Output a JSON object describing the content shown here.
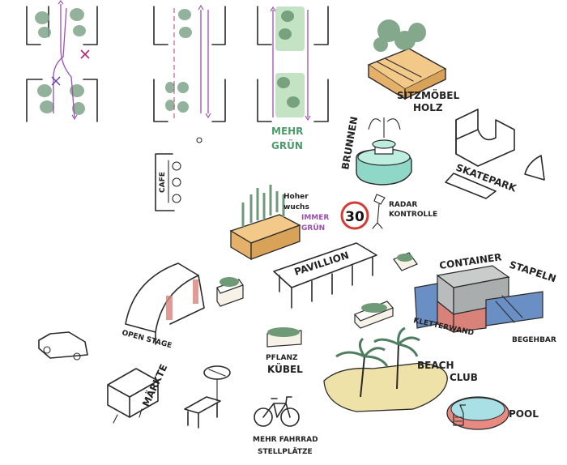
{
  "labels": {
    "mehr_gruen_1": "MEHR",
    "mehr_gruen_2": "GRÜN",
    "sitzmoebel_1": "SITZMÖBEL",
    "sitzmoebel_2": "HOLZ",
    "brunnen": "BRUNNEN",
    "skatepark": "SKATEPARK",
    "radar_1": "RADAR",
    "radar_2": "KONTROLLE",
    "speed_limit": "30",
    "cafe": "CAFE",
    "hoher_wuchs_1": "Hoher",
    "hoher_wuchs_2": "wuchs",
    "immer_gruen_1": "IMMER",
    "immer_gruen_2": "GRÜN",
    "pavillion": "PAVILLION",
    "container": "CONTAINER",
    "stapeln": "STAPELN",
    "kletterwand": "KLETTERWAND",
    "begehbar": "BEGEHBAR",
    "open_stage": "OPEN STAGE",
    "pflanz_1": "PFLANZ",
    "pflanz_2": "KÜBEL",
    "beach_1": "BEACH",
    "beach_2": "CLUB",
    "maerkte": "MÄRKTE",
    "fahrrad_1": "MEHR FAHRRAD",
    "fahrrad_2": "STELLPLÄTZE",
    "pool": "POOL"
  },
  "colors": {
    "tree_green": "#7fa58a",
    "accent_purple": "#9b4fb0",
    "fountain_teal": "#8fd8c8",
    "wood": "#f3c98a",
    "sand": "#efe2a8",
    "pool_water": "#a8e0e6",
    "pool_rim": "#e98a82",
    "container_blue": "#6a8fc4",
    "container_red": "#d9827a",
    "container_gray": "#b8bcbc",
    "speed_red": "#d33b34"
  }
}
